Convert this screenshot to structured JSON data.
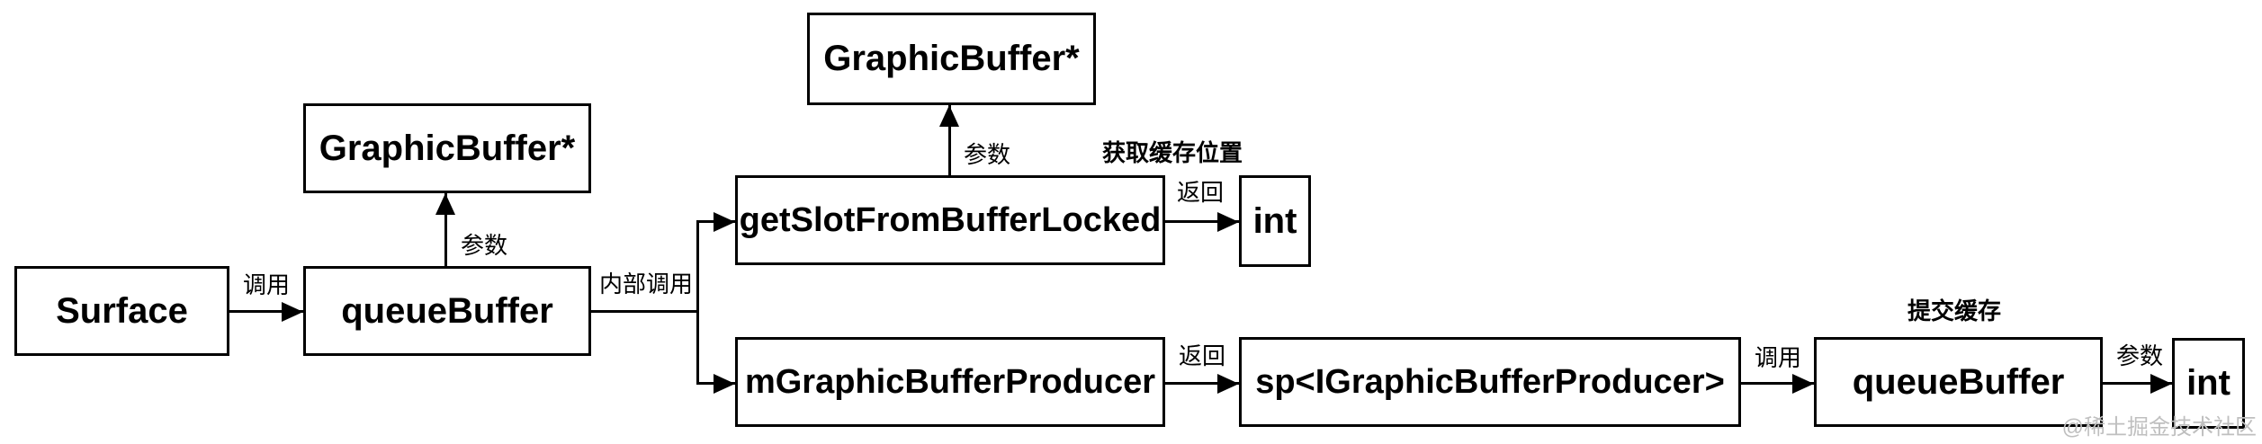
{
  "diagram": {
    "background_color": "#ffffff",
    "line_color": "#000000",
    "nodes": {
      "surface": {
        "label": "Surface"
      },
      "queue_buffer_1": {
        "label": "queueBuffer"
      },
      "graphic_buffer_left": {
        "label": "GraphicBuffer*"
      },
      "graphic_buffer_top": {
        "label": "GraphicBuffer*"
      },
      "get_slot": {
        "label": "getSlotFromBufferLocked"
      },
      "int_1": {
        "label": "int"
      },
      "m_graphic_buffer_producer": {
        "label": "mGraphicBufferProducer"
      },
      "sp_igraphic_buffer_producer": {
        "label": "sp<IGraphicBufferProducer>"
      },
      "queue_buffer_2": {
        "label": "queueBuffer"
      },
      "int_2": {
        "label": "int"
      }
    },
    "edge_labels": {
      "call_1": "调用",
      "param_1": "参数",
      "internal_call": "内部调用",
      "param_2": "参数",
      "get_buffer_position_title": "获取缓存位置",
      "return_1": "返回",
      "return_2": "返回",
      "call_2": "调用",
      "submit_buffer_title": "提交缓存",
      "param_3": "参数"
    },
    "watermark": "@稀土掘金技术社区"
  }
}
